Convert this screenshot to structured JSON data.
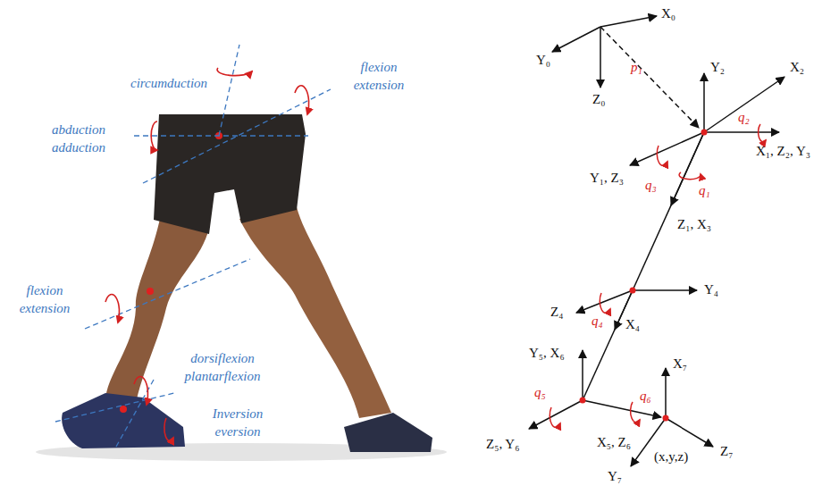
{
  "diagram": {
    "labels": [
      "circumduction",
      "flexion extension",
      "abduction adduction",
      "flexion extension",
      "dorsiflexion plantarflexion",
      "Inversion eversion",
      "X₀",
      "Y₀",
      "Z₀",
      "p₁",
      "Y₂",
      "X₂",
      "Y₁, Z₃",
      "q₃",
      "q₁",
      "q₂",
      "X₁, Z₂, Y₃",
      "Z₁, X₃",
      "Y₄",
      "Z₄",
      "q₄",
      "X₄",
      "Y₅, X₆",
      "Z₅, Y₆",
      "q₅",
      "X₅, Z₆",
      "q₆",
      "X₇",
      "Z₇",
      "Y₇",
      "(x,y,z)"
    ]
  }
}
